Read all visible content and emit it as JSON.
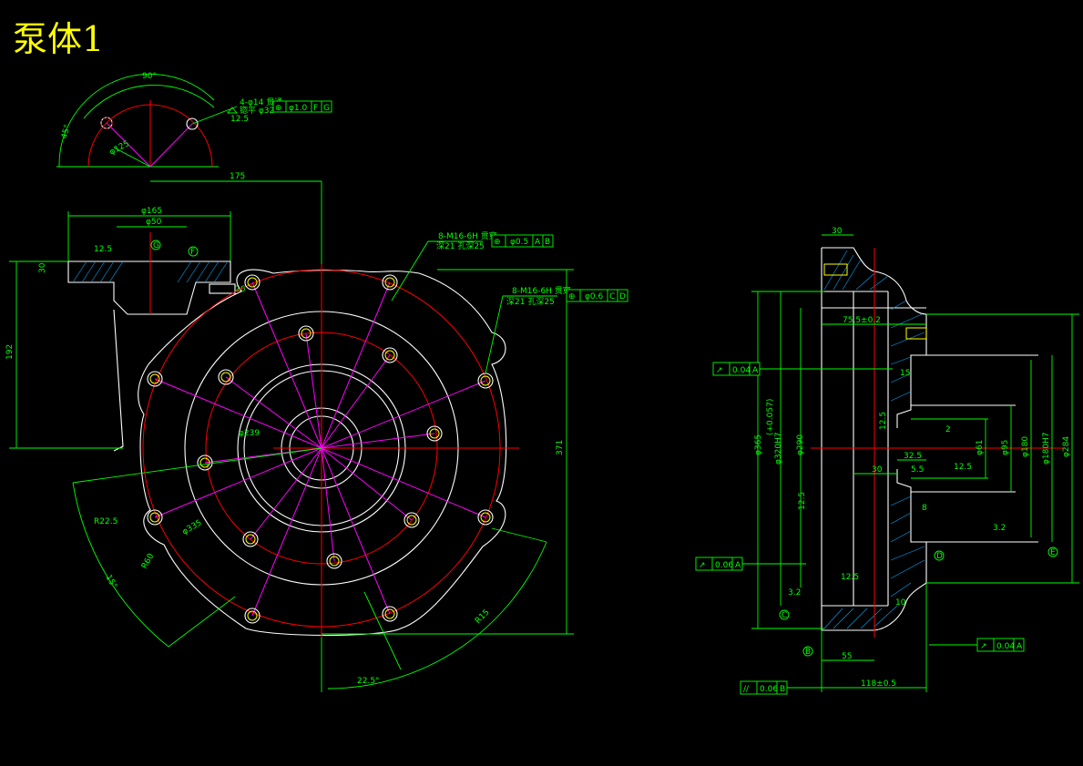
{
  "title": "泵体1",
  "colors": {
    "background": "#000000",
    "title": "#ffff00",
    "dimension": "#00ff00",
    "outline": "#ffffff",
    "centerline": "#ff0000",
    "construction": "#ff00ff",
    "hatch": "#00a8ff"
  },
  "flange_detail": {
    "angle": "90°",
    "angle2": "45°",
    "hole_spec": "4-φ14 贯通",
    "counterbore": "锪平 φ32",
    "roughness": "12.5",
    "pcd": "φ125",
    "tolerance": {
      "symbol": "⊕",
      "value": "φ1.0",
      "datums": [
        "F",
        "G"
      ]
    }
  },
  "front_view": {
    "dim_175": "175",
    "dim_phi165": "φ165",
    "dim_phi50": "φ50",
    "roughness_top": "12.5",
    "datum_g": "G",
    "datum_f": "F",
    "dim_30": "30",
    "dim_192": "192",
    "dim_371": "371",
    "dim_r225": "R22.5",
    "dim_phi239": "φ239",
    "dim_phi335": "φ335",
    "dim_r60": "R60",
    "dim_r15": "R15",
    "dim_15deg": "15°",
    "dim_225deg": "22.5°",
    "thread1": {
      "spec": "8-M16-6H 贯穿",
      "depth": "深21 孔深25",
      "tol": "φ0.5",
      "datums": [
        "A",
        "B"
      ]
    },
    "thread2": {
      "spec": "8-M16-6H 贯穿",
      "depth": "深21 孔深25",
      "tol": "φ0.6",
      "datums": [
        "C",
        "D"
      ]
    },
    "small_label": "26"
  },
  "section_view": {
    "dim_30": "30",
    "dim_755": "75.5±0.2",
    "runout1": {
      "value": "0.04",
      "datum": "A"
    },
    "runout2": {
      "value": "0.06",
      "datum": "A"
    },
    "runout3": {
      "value": "0.04",
      "datum": "A"
    },
    "parallel": {
      "value": "0.06",
      "datum": "B"
    },
    "dia_labels": [
      "φ365",
      "φ320H7",
      "φ290"
    ],
    "dia_tol": "(+0.057)",
    "right_dia": [
      "φ61",
      "φ95",
      "φ180",
      "φ180H7",
      "φ284"
    ],
    "r15": "15",
    "r125": "12.5",
    "dim_2": "2",
    "dim_325": "32.5",
    "dim_30b": "30",
    "dim_55": "5.5",
    "dim_125b": "12.5",
    "dim_8": "8",
    "dim_32": "3.2",
    "dim_32b": "3.2",
    "dim_125c": "12.5",
    "dim_125d": "12.5",
    "dim_10": "10",
    "dim_55b": "55",
    "dim_118": "118±0.5",
    "datum_b": "B",
    "datum_c": "C",
    "datum_d": "D",
    "datum_e": "E"
  }
}
